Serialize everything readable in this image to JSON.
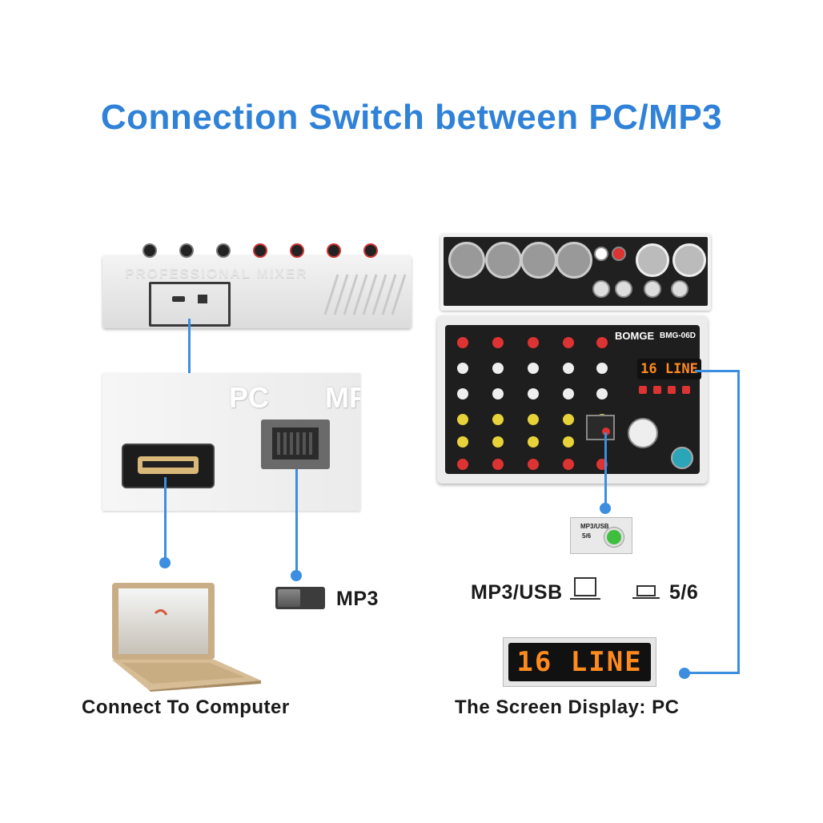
{
  "title": "Connection Switch between PC/MP3",
  "left": {
    "mixer_label": "PROFESSIONAL MIXER",
    "port_pc_label": "PC",
    "port_mp3_label": "MP",
    "switch_caption": "MP3",
    "caption": "Connect To Computer"
  },
  "right": {
    "brand": "BOMGE",
    "model": "BMG-06D",
    "display_text": "16 LINE",
    "button_label": "MP3/USB",
    "button_sub": "5/6",
    "mode_left": "MP3/USB",
    "mode_right": "5/6",
    "screen_text": "16 LINE",
    "caption": "The Screen Display: PC"
  },
  "colors": {
    "accent": "#2f82d8",
    "line": "#3b8ee0",
    "lcd": "#ff8a1e"
  }
}
